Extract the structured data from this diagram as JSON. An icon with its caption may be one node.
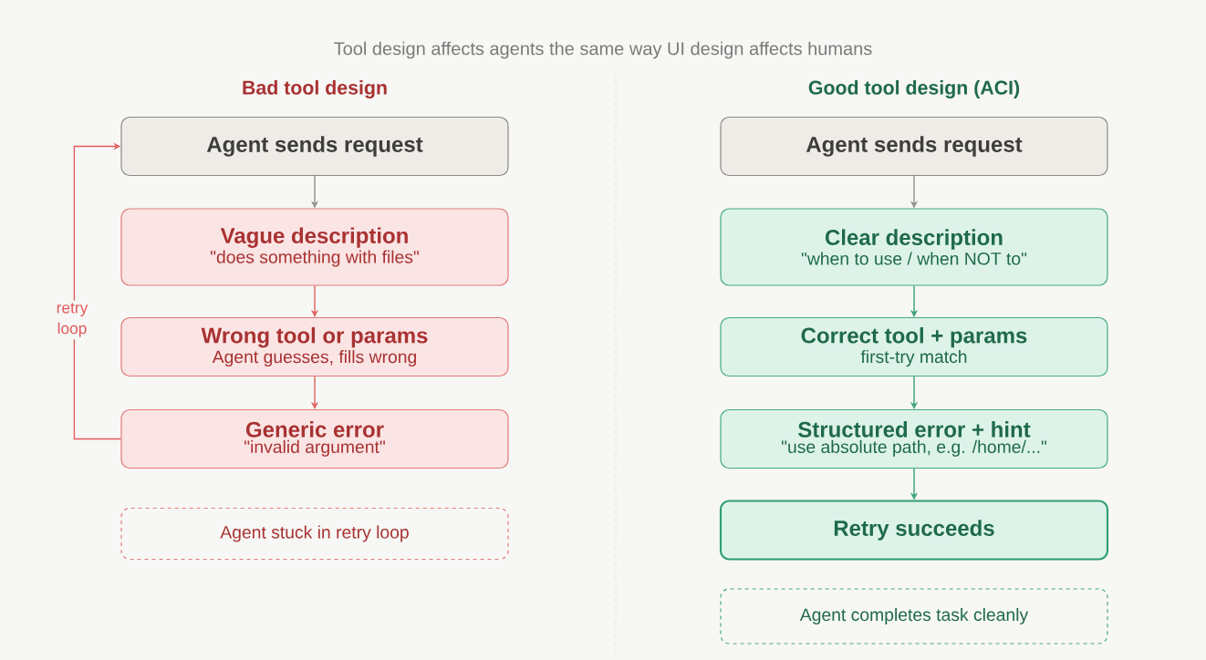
{
  "diagram": {
    "title": "Tool design affects agents the same way UI design affects humans",
    "nodes": [
      {
        "text": [
          "Agent sends request"
        ]
      },
      {
        "text": [
          "Vague description",
          "\"does something with files\""
        ]
      },
      {
        "text": [
          "Wrong tool or params",
          "Agent guesses, fills wrong"
        ]
      },
      {
        "text": [
          "Generic error",
          "\"invalid argument\""
        ]
      },
      {
        "text": [
          "Agent stuck in retry loop"
        ]
      },
      {
        "text": [
          "Agent sends request"
        ]
      },
      {
        "text": [
          "Clear description",
          "\"when to use / when NOT to\""
        ]
      },
      {
        "text": [
          "Correct tool + params",
          "first-try match"
        ]
      },
      {
        "text": [
          "Structured error + hint",
          "\"use absolute path, e.g. /home/...\""
        ]
      },
      {
        "text": [
          "Retry succeeds"
        ]
      },
      {
        "text": [
          "Agent completes task cleanly"
        ]
      }
    ],
    "edges": [
      {
        "from": 0,
        "to": 1,
        "arrow": "to",
        "color": "#8a8a85"
      },
      {
        "from": 1,
        "to": 2,
        "arrow": "to",
        "color": "#e05a5a"
      },
      {
        "from": 2,
        "to": 3,
        "arrow": "to",
        "color": "#e05a5a"
      },
      {
        "from": 3,
        "to": 0,
        "arrow": "to",
        "label": "retry loop",
        "color": "#e05a5a"
      },
      {
        "from": 5,
        "to": 6,
        "arrow": "to",
        "color": "#8a8a85"
      },
      {
        "from": 6,
        "to": 7,
        "arrow": "to",
        "color": "#2e9e70"
      },
      {
        "from": 7,
        "to": 8,
        "arrow": "to",
        "color": "#2e9e70"
      },
      {
        "from": 8,
        "to": 9,
        "arrow": "to",
        "color": "#2e9e70"
      }
    ],
    "labels": [
      "Bad tool design",
      "Good tool design (ACI)"
    ]
  }
}
